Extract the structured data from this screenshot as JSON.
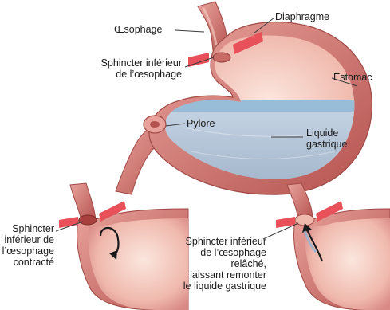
{
  "labels": {
    "oesophage": "Œsophage",
    "diaphragme": "Diaphragme",
    "sphincter_inferieur_l1": "Sphincter inférieur",
    "sphincter_inferieur_l2": "de l’œsophage",
    "estomac": "Estomac",
    "pylore": "Pylore",
    "liquide_l1": "Liquide",
    "liquide_l2": "gastrique",
    "contracte_l1": "Sphincter",
    "contracte_l2": "inférieur de",
    "contracte_l3": "l’œsophage",
    "contracte_l4": "contracté",
    "relache_l1": "Sphincter inférieur",
    "relache_l2": "de l’œsophage",
    "relache_l3": "relâché,",
    "relache_l4": "laissant remonter",
    "relache_l5": "le liquide gastrique"
  },
  "colors": {
    "tissue": "#d98a86",
    "tissue_dark": "#b5524f",
    "lining": "#f3c9bf",
    "fluid": "#b9c9dc",
    "fluid_surface": "#8fb8d6",
    "diaphragm": "#e8505a",
    "leader": "#3a3a3a"
  }
}
